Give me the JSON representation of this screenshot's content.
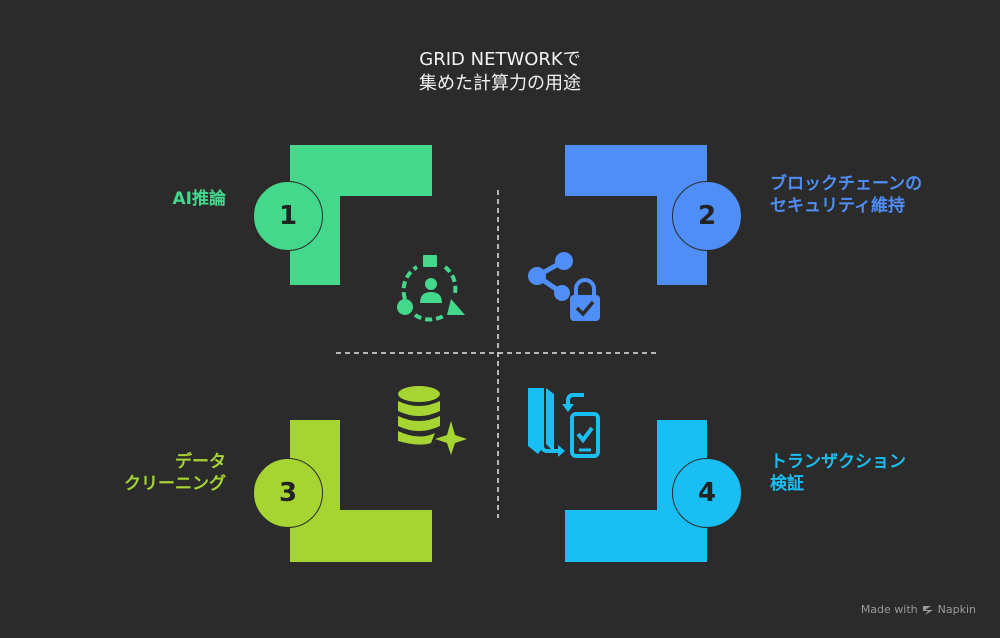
{
  "title": {
    "line1": "GRID NETWORKで",
    "line2": "集めた計算力の用途"
  },
  "items": [
    {
      "number": "1",
      "label_lines": [
        "AI推論"
      ],
      "color": "#43d88c",
      "icon": "ai-network-icon"
    },
    {
      "number": "2",
      "label_lines": [
        "ブロックチェーンの",
        "セキュリティ維持"
      ],
      "color": "#4f8ef7",
      "icon": "share-lock-icon"
    },
    {
      "number": "3",
      "label_lines": [
        "データ",
        "クリーニング"
      ],
      "color": "#a6d533",
      "icon": "database-sparkle-icon"
    },
    {
      "number": "4",
      "label_lines": [
        "トランザクション",
        "検証"
      ],
      "color": "#19bff2",
      "icon": "transaction-verify-icon"
    }
  ],
  "footer": {
    "text": "Made with",
    "brand": "Napkin"
  }
}
